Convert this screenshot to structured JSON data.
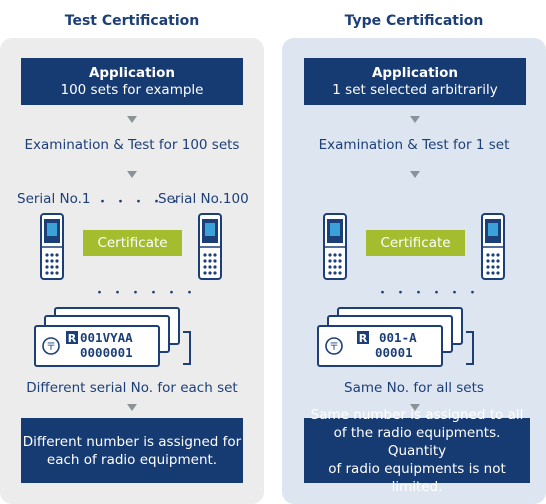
{
  "left": {
    "heading": "Test Certification",
    "application_title": "Application",
    "application_sub": "100 sets for example",
    "exam_text": "Examination & Test for 100 sets",
    "serial_first": "Serial No.1",
    "serial_last": "Serial No.100",
    "certificate_label": "Certificate",
    "label_line1": "001VYAA",
    "label_line2": "0000001",
    "serial_note": "Different serial No. for each set",
    "result_line1": "Different number is assigned for",
    "result_line2": "each of radio equipment."
  },
  "right": {
    "heading": "Type Certification",
    "application_title": "Application",
    "application_sub": "1 set selected arbitrarily",
    "exam_text": "Examination & Test for 1 set",
    "certificate_label": "Certificate",
    "label_line1": "001-A",
    "label_line2": "00001",
    "serial_note": "Same No. for all sets",
    "result_line1": "Same number is assigned to all",
    "result_line2": "of the radio equipments. Quantity",
    "result_line3": "of radio equipments is not limited."
  },
  "colors": {
    "left_panel": "#ececec",
    "right_panel": "#dde6f0",
    "navy": "#163a72",
    "certificate_green": "#a3bd2e",
    "arrow_gray": "#8c929a"
  }
}
